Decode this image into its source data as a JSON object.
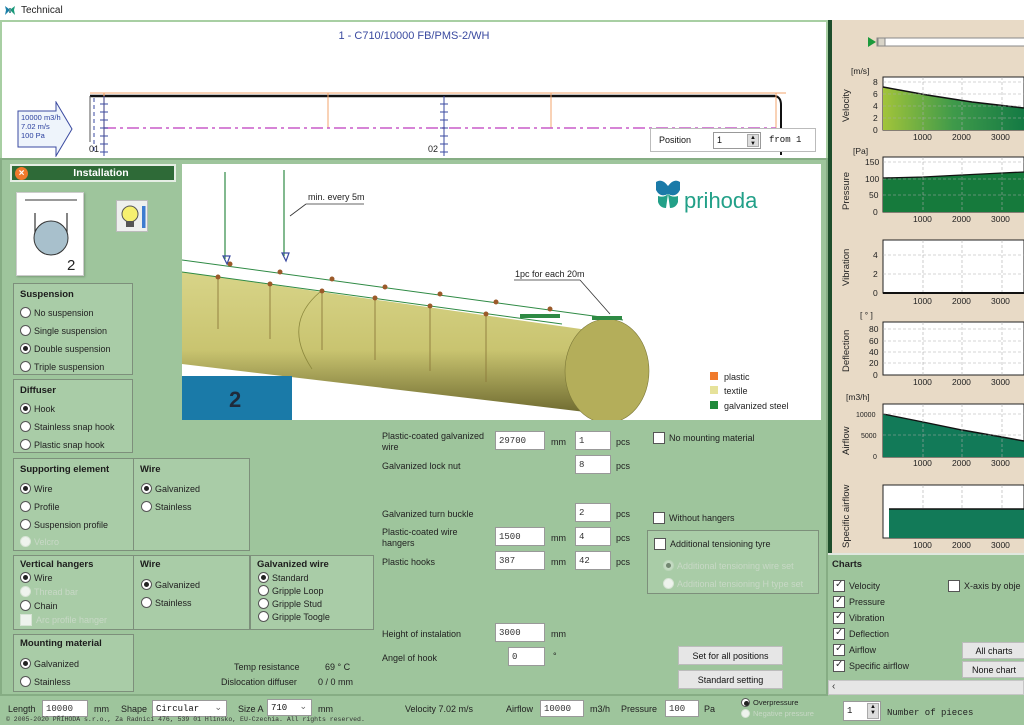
{
  "window": {
    "title": "Technical"
  },
  "plan": {
    "title": "1 - C710/10000 FB/PMS-2/WH",
    "flow": {
      "airflow": "10000 m3/h",
      "velocity": "7.02 m/s",
      "pressure": "100 Pa"
    },
    "markers": [
      "01",
      "02"
    ],
    "position": {
      "label": "Position",
      "value": "1",
      "from_label": "from 1"
    }
  },
  "installation": {
    "header": "Installation",
    "icon_number": "2",
    "suspension": {
      "title": "Suspension",
      "options": [
        {
          "label": "No suspension",
          "selected": false
        },
        {
          "label": "Single suspension",
          "selected": false
        },
        {
          "label": "Double suspension",
          "selected": true
        },
        {
          "label": "Triple suspension",
          "selected": false
        }
      ]
    },
    "diffuser": {
      "title": "Diffuser",
      "options": [
        {
          "label": "Hook",
          "selected": true
        },
        {
          "label": "Stainless snap hook",
          "selected": false
        },
        {
          "label": "Plastic snap hook",
          "selected": false
        }
      ]
    },
    "supporting_element": {
      "title": "Supporting element",
      "options": [
        {
          "label": "Wire",
          "selected": true
        },
        {
          "label": "Profile",
          "selected": false
        },
        {
          "label": "Suspension profile",
          "selected": false
        },
        {
          "label": "Velcro",
          "selected": false,
          "disabled": true
        }
      ]
    },
    "wire1": {
      "title": "Wire",
      "options": [
        {
          "label": "Galvanized",
          "selected": true
        },
        {
          "label": "Stainless",
          "selected": false
        }
      ]
    },
    "vertical_hangers": {
      "title": "Vertical hangers",
      "options": [
        {
          "label": "Wire",
          "selected": true
        },
        {
          "label": "Thread bar",
          "selected": false,
          "disabled": true
        },
        {
          "label": "Chain",
          "selected": false
        }
      ],
      "arc_profile_hanger": "Arc profile hanger"
    },
    "wire2": {
      "title": "Wire",
      "options": [
        {
          "label": "Galvanized",
          "selected": true
        },
        {
          "label": "Stainless",
          "selected": false
        }
      ]
    },
    "galvanized_wire": {
      "title": "Galvanized wire",
      "options": [
        {
          "label": "Standard",
          "selected": true
        },
        {
          "label": "Gripple Loop",
          "selected": false
        },
        {
          "label": "Gripple Stud",
          "selected": false
        },
        {
          "label": "Gripple Toogle",
          "selected": false
        }
      ]
    },
    "mounting_material": {
      "title": "Mounting material",
      "options": [
        {
          "label": "Galvanized",
          "selected": true
        },
        {
          "label": "Stainless",
          "selected": false
        }
      ]
    },
    "temp_resistance": {
      "label": "Temp resistance",
      "value": "69 ° C"
    },
    "dislocation_diffuser": {
      "label": "Dislocation diffuser",
      "value": "0 / 0  mm"
    }
  },
  "diagram": {
    "annotation_hangers": "min. every 5m",
    "annotation_buckle": "1pc for each 20m",
    "badge": "2",
    "brand": "prihoda",
    "legend": [
      {
        "label": "plastic",
        "color": "#f07a2c"
      },
      {
        "label": "textile",
        "color": "#e6e29a"
      },
      {
        "label": "galvanized steel",
        "color": "#1f8a3a"
      }
    ]
  },
  "materials": {
    "rows": [
      {
        "label": "Plastic-coated galvanized wire",
        "length": "29700",
        "length_unit": "mm",
        "qty": "1",
        "qty_unit": "pcs"
      },
      {
        "label": "Galvanized lock nut",
        "qty": "8",
        "qty_unit": "pcs"
      },
      {
        "label": "Galvanized turn buckle",
        "qty": "2",
        "qty_unit": "pcs"
      },
      {
        "label": "Plastic-coated wire hangers",
        "length": "1500",
        "length_unit": "mm",
        "qty": "4",
        "qty_unit": "pcs"
      },
      {
        "label": "Plastic hooks",
        "length": "387",
        "length_unit": "mm",
        "qty": "42",
        "qty_unit": "pcs"
      }
    ],
    "no_mounting_material": "No mounting material",
    "without_hangers": "Without hangers",
    "additional_tyre": "Additional tensioning tyre",
    "tyre_options": [
      "Additional tensioning wire set",
      "Additional tensioning H type set"
    ],
    "height": {
      "label": "Height of instalation",
      "value": "3000",
      "unit": "mm"
    },
    "angle": {
      "label": "Angel of hook",
      "value": "0",
      "unit": "°"
    },
    "set_all_button": "Set for all positions",
    "standard_button": "Standard setting"
  },
  "charts_panel": {
    "title": "Charts",
    "items": [
      {
        "label": "Velocity",
        "checked": true
      },
      {
        "label": "Pressure",
        "checked": true
      },
      {
        "label": "Vibration",
        "checked": true
      },
      {
        "label": "Deflection",
        "checked": true
      },
      {
        "label": "Airflow",
        "checked": true
      },
      {
        "label": "Specific airflow",
        "checked": true
      }
    ],
    "xaxis_by_object": "X-axis by obje",
    "all_charts_button": "All charts",
    "none_chart_button": "None chart"
  },
  "chart_data": [
    {
      "type": "area",
      "title": "Velocity",
      "ylabel": "[m/s]",
      "x": [
        0,
        1000,
        2000,
        3000,
        3700
      ],
      "values": [
        7.0,
        6.3,
        5.6,
        4.9,
        4.4
      ],
      "yticks": [
        "0",
        "2",
        "4",
        "6",
        "8"
      ],
      "xticks": [
        "1000",
        "2000",
        "3000"
      ],
      "ylim": [
        0,
        9
      ]
    },
    {
      "type": "area",
      "title": "Pressure",
      "ylabel": "[Pa]",
      "x": [
        0,
        1000,
        2000,
        3000,
        3700
      ],
      "values": [
        100,
        103,
        106,
        109,
        111
      ],
      "yticks": [
        "0",
        "50",
        "100",
        "150"
      ],
      "xticks": [
        "1000",
        "2000",
        "3000"
      ],
      "ylim": [
        0,
        160
      ]
    },
    {
      "type": "line",
      "title": "Vibration",
      "ylabel": "",
      "x": [
        0,
        1000,
        2000,
        3000
      ],
      "values": [
        0,
        0,
        0,
        0
      ],
      "yticks": [
        "0",
        "2",
        "4"
      ],
      "xticks": [
        "1000",
        "2000",
        "3000"
      ],
      "ylim": [
        0,
        5.5
      ]
    },
    {
      "type": "line",
      "title": "Deflection",
      "ylabel": "[ ° ]",
      "x": [
        0,
        1000,
        2000,
        3000
      ],
      "values": [
        0,
        0,
        0,
        0
      ],
      "yticks": [
        "0",
        "20",
        "40",
        "60",
        "80"
      ],
      "xticks": [
        "1000",
        "2000",
        "3000"
      ],
      "ylim": [
        0,
        90
      ]
    },
    {
      "type": "area",
      "title": "Airflow",
      "ylabel": "[m3/h]",
      "x": [
        0,
        1000,
        2000,
        3000,
        3700
      ],
      "values": [
        10000,
        9000,
        8000,
        7000,
        6300
      ],
      "yticks": [
        "0",
        "5000",
        "10000"
      ],
      "xticks": [
        "1000",
        "2000",
        "3000"
      ],
      "ylim": [
        0,
        12000
      ]
    },
    {
      "type": "area",
      "title": "Specific airflow",
      "ylabel": "",
      "x": [
        100,
        3700
      ],
      "values": [
        1,
        1
      ],
      "yticks": [],
      "xticks": [
        "1000",
        "2000",
        "3000"
      ],
      "ylim": [
        0,
        1.6
      ]
    }
  ],
  "bottom": {
    "length": {
      "label": "Length",
      "value": "10000",
      "unit": "mm"
    },
    "shape": {
      "label": "Shape",
      "value": "Circular"
    },
    "size": {
      "label": "Size A",
      "value": "710",
      "unit": "mm"
    },
    "velocity": "Velocity 7.02 m/s",
    "airflow": {
      "label": "Airflow",
      "value": "10000",
      "unit": "m3/h"
    },
    "pressure": {
      "label": "Pressure",
      "value": "100",
      "unit": "Pa"
    },
    "overpressure": "Overpressure",
    "negative_pressure": "Negative pressure",
    "pieces": {
      "value": "1",
      "label": "Number of pieces"
    },
    "copyright": "© 2005-2020 PŘÍHODA s.r.o., Za Radnicí 476, 539 01 Hlinsko, EU-Czechia. All rights reserved."
  }
}
